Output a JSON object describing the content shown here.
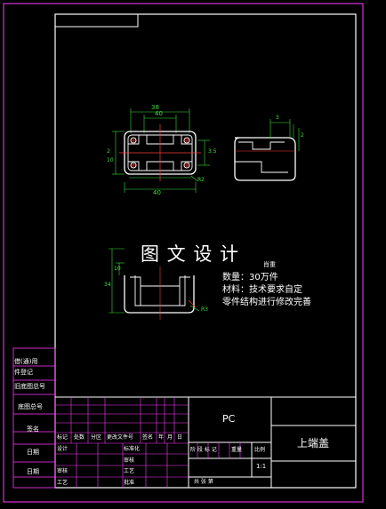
{
  "watermark": "图 文 设 计",
  "notes": {
    "lines": [
      "数量：30万件",
      "材料：技术要求自定",
      "零件结构进行修改完善"
    ],
    "fragment": "肖重"
  },
  "title_block": {
    "material": "PC",
    "part_name": "上端盖",
    "scale": "1:1",
    "stage_row": "阶 段 标 记",
    "weight_label": "重量",
    "scale_label": "比例",
    "sheet_row": "共    张  第",
    "left_labels": {
      "borrow": "借(通)用",
      "part_reg": "件登记",
      "old_drawing": "旧底图总号",
      "base_drawing": "底图总号",
      "sign": "签名",
      "date1": "日期",
      "date2": "日期"
    },
    "revision_header": [
      "标记",
      "处数",
      "分区",
      "更改文件号",
      "签名",
      "年",
      "月",
      "日"
    ],
    "sign_rows": [
      "设计",
      "标准化",
      "审核",
      "工艺",
      "批准"
    ],
    "check_labels": [
      "审核",
      "工艺",
      "批准"
    ]
  },
  "dimensions": {
    "top_width1": "38",
    "top_width2": "40",
    "top_total": "40",
    "left_h1": "2",
    "left_h2": "10",
    "right_h": "3.5",
    "radius1": "R2",
    "radius2": "R3",
    "side_d1": "3",
    "side_d2": "2",
    "sec_h1": "10",
    "sec_h2": "34"
  },
  "colors": {
    "border": "#ff3bff",
    "geometry": "#ffffff",
    "center": "#ff3b3b",
    "dimension": "#38e038"
  }
}
